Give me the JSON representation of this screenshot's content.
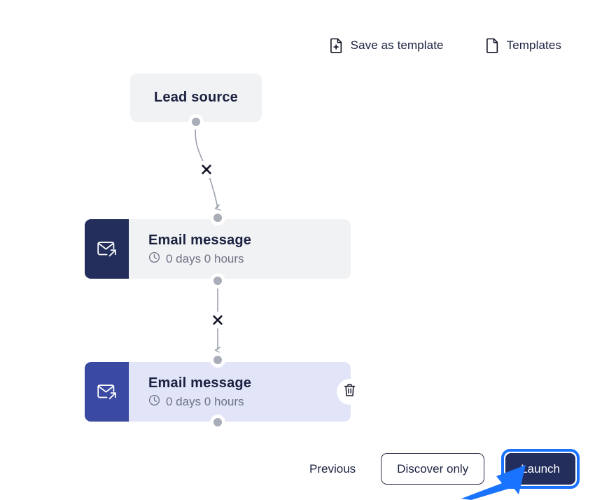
{
  "toolbar": {
    "actions": [
      {
        "id": "save-as-template",
        "label": "Save as template",
        "icon": "document-plus-icon"
      },
      {
        "id": "templates",
        "label": "Templates",
        "icon": "document-icon"
      }
    ]
  },
  "flow": {
    "nodes": [
      {
        "id": "lead-source",
        "type": "trigger",
        "title": "Lead source",
        "selected": false,
        "background": "#f1f2f4"
      },
      {
        "id": "email-message-1",
        "type": "email",
        "title": "Email message",
        "delay": "0 days 0 hours",
        "icon": "email-send-icon",
        "delay_icon": "clock-icon",
        "selected": false,
        "background": "#f1f2f4",
        "icon_background": "#232e5c"
      },
      {
        "id": "email-message-2",
        "type": "email",
        "title": "Email message",
        "delay": "0 days 0 hours",
        "icon": "email-send-icon",
        "delay_icon": "clock-icon",
        "selected": true,
        "background": "#e2e4f8",
        "icon_background": "#3a4aa3",
        "delete_icon": "trash-icon"
      }
    ],
    "edges": [
      {
        "id": "edge-1",
        "from": "lead-source",
        "to": "email-message-1",
        "marker": "remove-edge-icon",
        "shape": "curved"
      },
      {
        "id": "edge-2",
        "from": "email-message-1",
        "to": "email-message-2",
        "marker": "remove-edge-icon",
        "shape": "straight"
      }
    ],
    "edge_color": "#9aa0ad",
    "handle_color": "#a9adb8"
  },
  "footer": {
    "previous_label": "Previous",
    "discover_only_label": "Discover only",
    "launch_label": "Launch",
    "launch_focused": true,
    "focus_ring_color": "#1a73ff",
    "primary_color": "#232e5c"
  },
  "annotation": {
    "arrow_color": "#1a73ff",
    "points_to": "launch-button"
  }
}
